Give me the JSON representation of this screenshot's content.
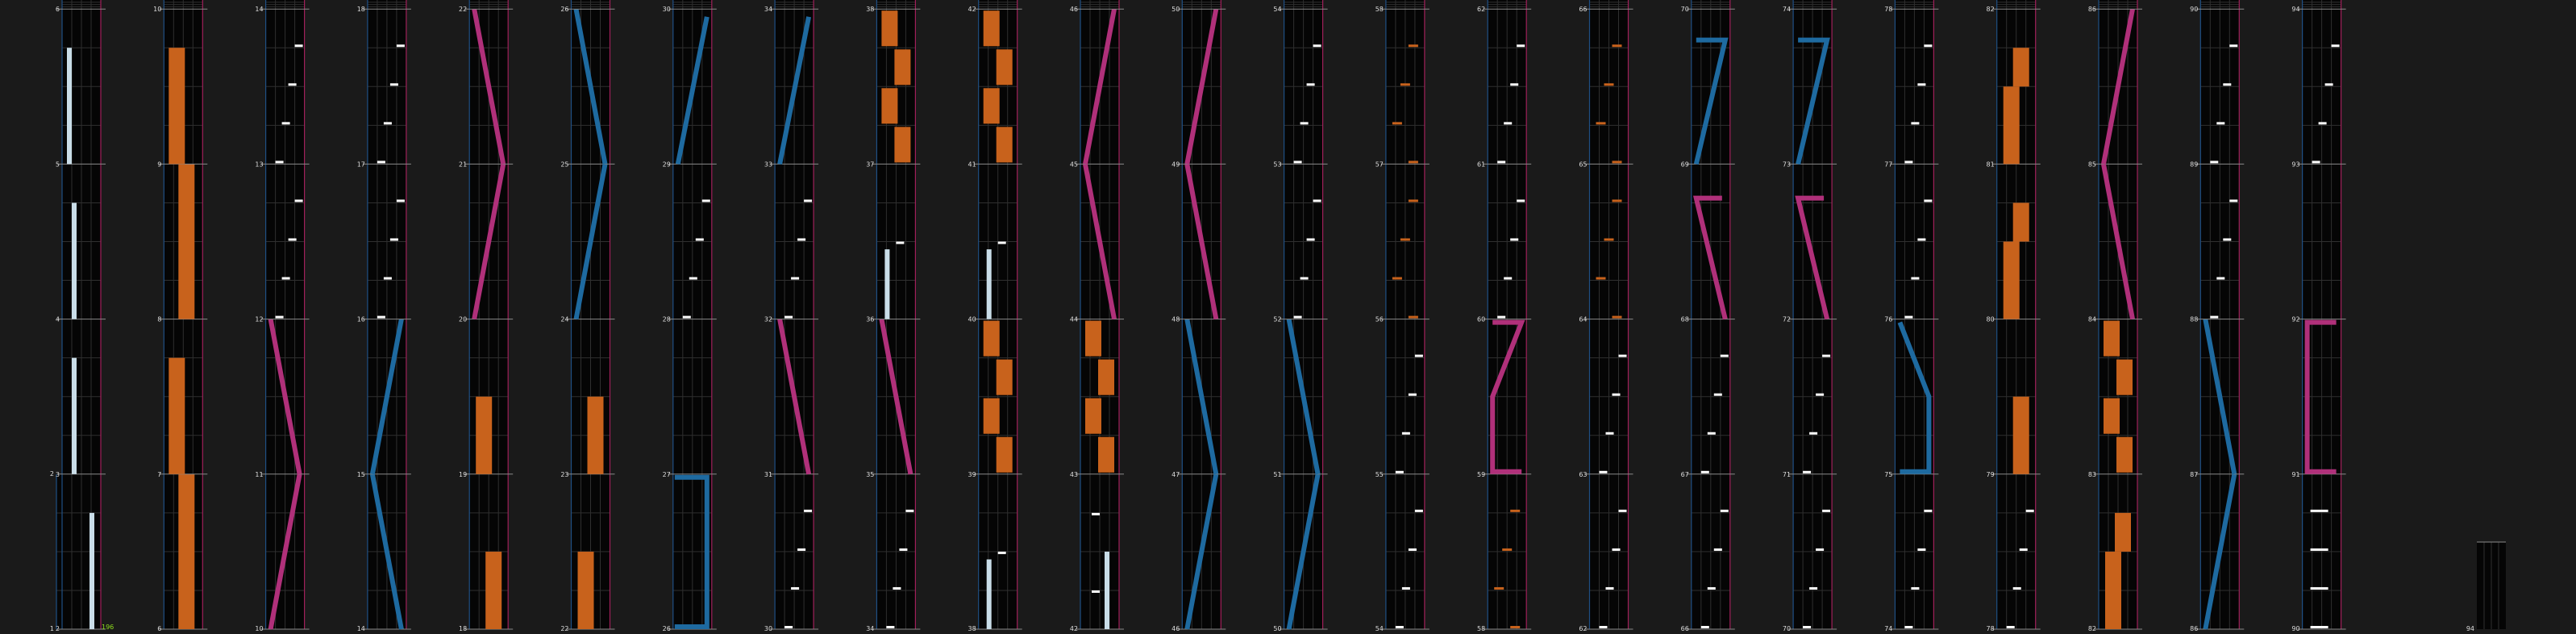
{
  "colors": {
    "background": "#1a1a1a",
    "lane_background": "#050505",
    "grid": "#2f2f2f",
    "separator": "#8a8a8a",
    "border_left": "#1f4f84",
    "border_right": "#a0205a",
    "tap_note": "#ffffff",
    "hold_note": "#c9dde8",
    "orange": "#c8621c",
    "orange_dark": "#7a3a10",
    "pink": "#b0307a",
    "blue": "#1e6aa0",
    "combo_text": "#8fdc1e",
    "label_text": "#dddddd"
  },
  "combo_label": "196",
  "columns": [
    {
      "id": 0,
      "labels": [
        "1",
        "2"
      ],
      "top": "2"
    },
    {
      "id": 1,
      "labels": [
        "2",
        "3",
        "4",
        "5",
        "6"
      ]
    },
    {
      "id": 2,
      "labels": [
        "6",
        "7",
        "8",
        "9",
        "10"
      ]
    },
    {
      "id": 3,
      "labels": [
        "10",
        "11",
        "12",
        "13",
        "14"
      ]
    },
    {
      "id": 4,
      "labels": [
        "14",
        "15",
        "16",
        "17",
        "18"
      ]
    },
    {
      "id": 5,
      "labels": [
        "18",
        "19",
        "20",
        "21",
        "22"
      ]
    },
    {
      "id": 6,
      "labels": [
        "22",
        "23",
        "24",
        "25",
        "26"
      ]
    },
    {
      "id": 7,
      "labels": [
        "26",
        "27",
        "28",
        "29",
        "30"
      ]
    },
    {
      "id": 8,
      "labels": [
        "30",
        "31",
        "32",
        "33",
        "34"
      ]
    },
    {
      "id": 9,
      "labels": [
        "34",
        "35",
        "36",
        "37",
        "38"
      ]
    },
    {
      "id": 10,
      "labels": [
        "38",
        "39",
        "40",
        "41",
        "42"
      ]
    },
    {
      "id": 11,
      "labels": [
        "42",
        "43",
        "44",
        "45",
        "46"
      ]
    },
    {
      "id": 12,
      "labels": [
        "46",
        "47",
        "48",
        "49",
        "50"
      ]
    },
    {
      "id": 13,
      "labels": [
        "50",
        "51",
        "52",
        "53",
        "54"
      ]
    },
    {
      "id": 14,
      "labels": [
        "54",
        "55",
        "56",
        "57",
        "58"
      ]
    },
    {
      "id": 15,
      "labels": [
        "58",
        "59",
        "60",
        "61",
        "62"
      ]
    },
    {
      "id": 16,
      "labels": [
        "62",
        "63",
        "64",
        "65",
        "66"
      ]
    },
    {
      "id": 17,
      "labels": [
        "66",
        "67",
        "68",
        "69",
        "70"
      ]
    },
    {
      "id": 18,
      "labels": [
        "70",
        "71",
        "72",
        "73",
        "74"
      ]
    },
    {
      "id": 19,
      "labels": [
        "74",
        "75",
        "76",
        "77",
        "78"
      ]
    },
    {
      "id": 20,
      "labels": [
        "78",
        "79",
        "80",
        "81",
        "82"
      ]
    },
    {
      "id": 21,
      "labels": [
        "82",
        "83",
        "84",
        "85",
        "86"
      ]
    },
    {
      "id": 22,
      "labels": [
        "86",
        "87",
        "88",
        "89",
        "90"
      ]
    },
    {
      "id": 23,
      "labels": [
        "90",
        "91",
        "92",
        "93",
        "94"
      ]
    },
    {
      "id": 24,
      "labels": [
        "94"
      ]
    }
  ]
}
